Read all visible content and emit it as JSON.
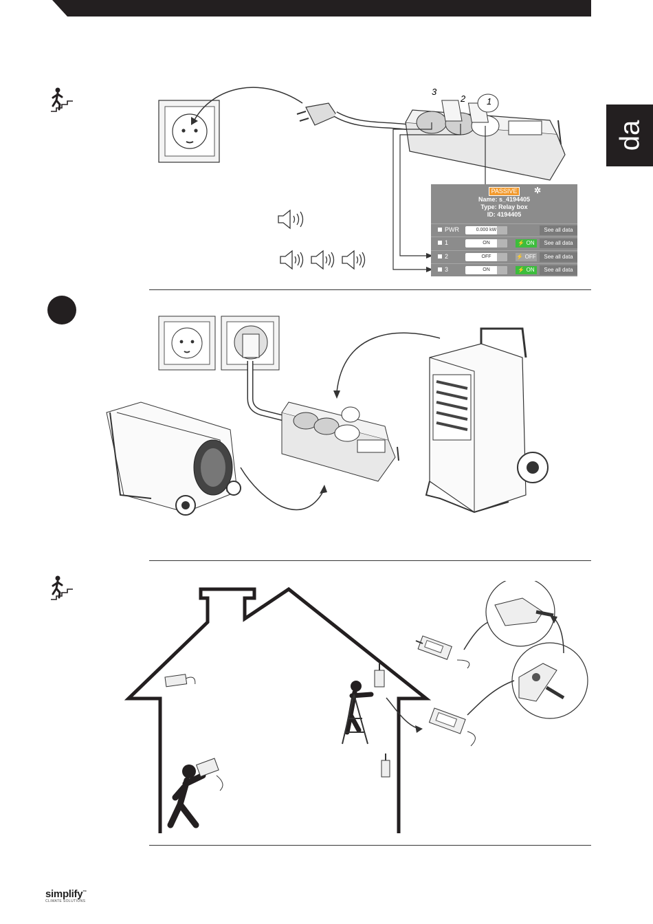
{
  "header": {
    "bar_color": "#231f20"
  },
  "language_tab": {
    "label": "da"
  },
  "section1": {
    "step_icon": "stairs-walking-icon",
    "socket_labels": [
      "3",
      "2",
      "1"
    ],
    "dashboard": {
      "status_badge": "PASSIVE",
      "settings_icon": "gear-icon",
      "name": "Name: s_4194405",
      "type": "Type: Relay box",
      "id": "ID: 4194405",
      "rows": [
        {
          "label": "PWR",
          "value": "0.000 kW",
          "status": "",
          "link": "See all data"
        },
        {
          "label": "1",
          "value": "ON",
          "status": "ON",
          "link": "See all data"
        },
        {
          "label": "2",
          "value": "OFF",
          "status": "OFF",
          "link": "See all data"
        },
        {
          "label": "3",
          "value": "ON",
          "status": "ON",
          "link": "See all data"
        }
      ]
    },
    "sound_icons": [
      "speaker-single-beep-icon",
      "speaker-triple-beep-icon"
    ]
  },
  "section2": {
    "marker_icon": "black-circle-icon"
  },
  "section3": {
    "step_icon": "stairs-walking-icon"
  },
  "footer": {
    "brand": "simplify",
    "tagline": "CLIMATE SOLUTIONS",
    "trademark": "™"
  },
  "colors": {
    "dark": "#231f20",
    "passive": "#f29a2e",
    "on": "#3dbd3d",
    "off": "#a3a3a3",
    "panel": "#8c8c8c"
  }
}
